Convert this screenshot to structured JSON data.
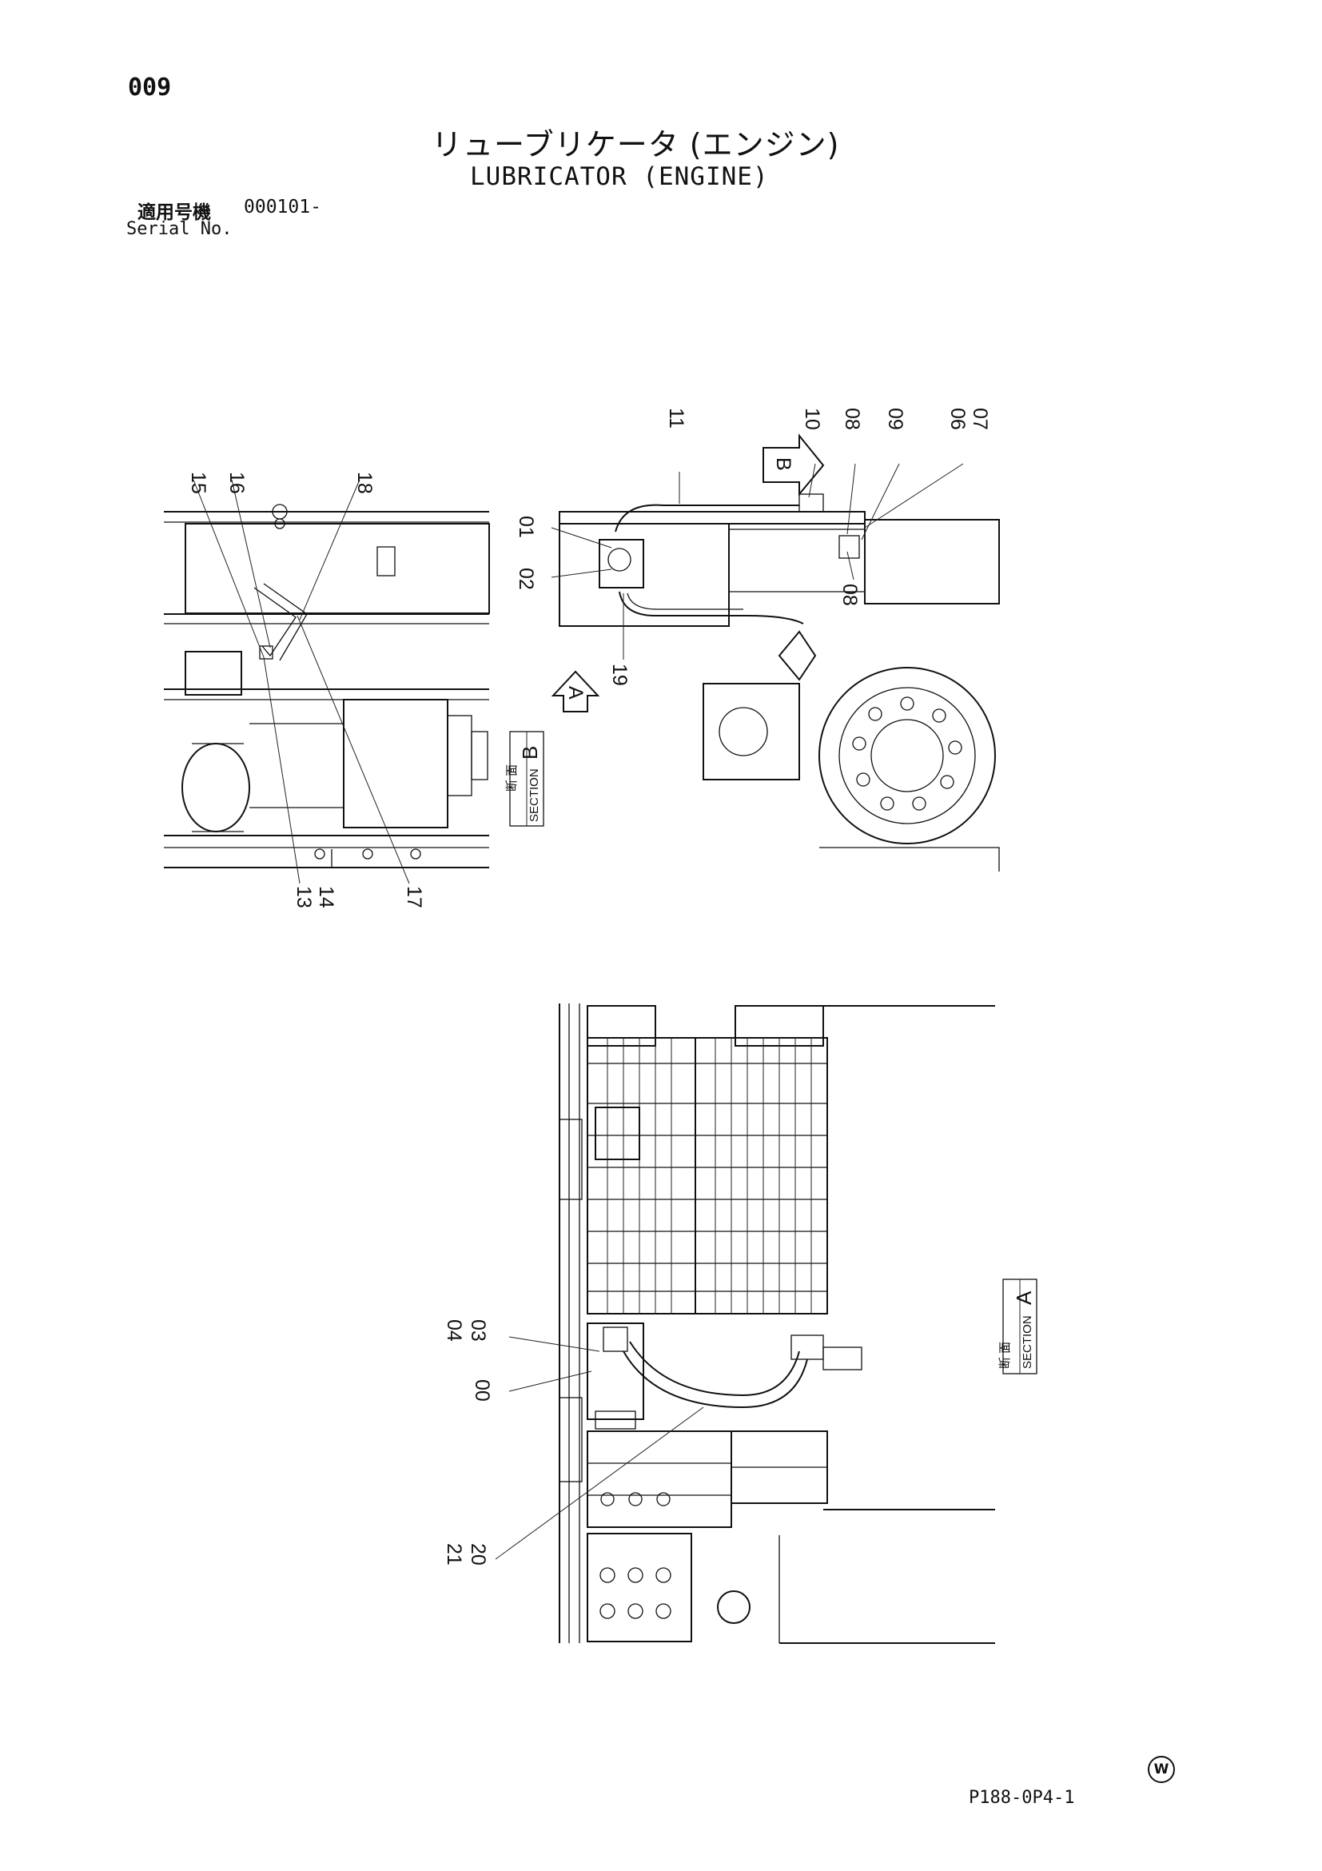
{
  "header": {
    "page_number": "009",
    "title_ja": "リューブリケータ (エンジン)",
    "title_en": "LUBRICATOR (ENGINE)",
    "serial_label_ja": "適用号機",
    "serial_value": "000101-",
    "serial_label_en": "Serial No."
  },
  "sections": {
    "a_arrow": "A",
    "b_arrow": "B",
    "b_label_ja": "断 面",
    "b_label_en": "SECTION",
    "b_letter": "B",
    "a_label_ja": "断 面",
    "a_label_en": "SECTION",
    "a_letter": "A"
  },
  "callouts": {
    "c00": "00",
    "c01": "01",
    "c02": "02",
    "c03": "03",
    "c04": "04",
    "c06": "06",
    "c07": "07",
    "c08_top": "08",
    "c08_bottom": "08",
    "c09": "09",
    "c10": "10",
    "c11": "11",
    "c13": "13",
    "c14": "14",
    "c15": "15",
    "c16": "16",
    "c17": "17",
    "c18": "18",
    "c19": "19",
    "c20": "20",
    "c21": "21"
  },
  "footer": {
    "reference_code": "P188-0P4-1",
    "watermark_letter": "W"
  }
}
